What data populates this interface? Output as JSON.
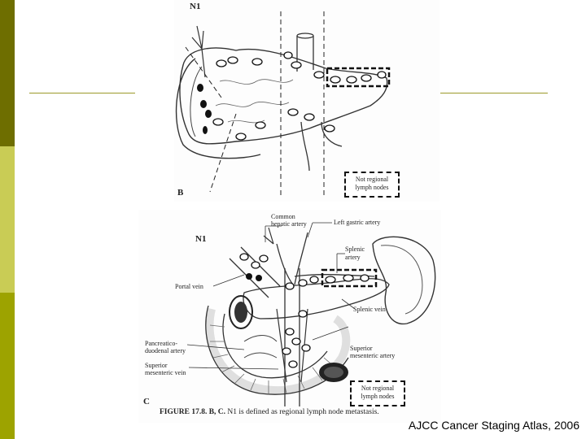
{
  "slide": {
    "bar_colors": [
      "#6e6e00",
      "#c9cc55",
      "#9da300"
    ],
    "rule_color": "#9c9a2a",
    "credit": "AJCC Cancer Staging Atlas, 2006"
  },
  "figure_b": {
    "panel_title": "N1",
    "panel_letter": "B",
    "box_label_line1": "Not regional",
    "box_label_line2": "lymph nodes"
  },
  "figure_c": {
    "panel_title": "N1",
    "panel_letter": "C",
    "labels": {
      "common_hepatic_1": "Common",
      "common_hepatic_2": "hepatic artery",
      "left_gastric": "Left gastric artery",
      "splenic_artery_1": "Splenic",
      "splenic_artery_2": "artery",
      "portal_vein": "Portal vein",
      "splenic_vein": "Splenic vein",
      "pd_artery_1": "Pancreatico-",
      "pd_artery_2": "duodenal artery",
      "sm_vein_1": "Superior",
      "sm_vein_2": "mesenteric vein",
      "sm_artery_1": "Superior",
      "sm_artery_2": "mesenteric artery"
    },
    "box_label_line1": "Not regional",
    "box_label_line2": "lymph nodes",
    "caption_bold": "FIGURE 17.8. B, C.",
    "caption_text": " N1 is defined as regional lymph node metastasis."
  }
}
